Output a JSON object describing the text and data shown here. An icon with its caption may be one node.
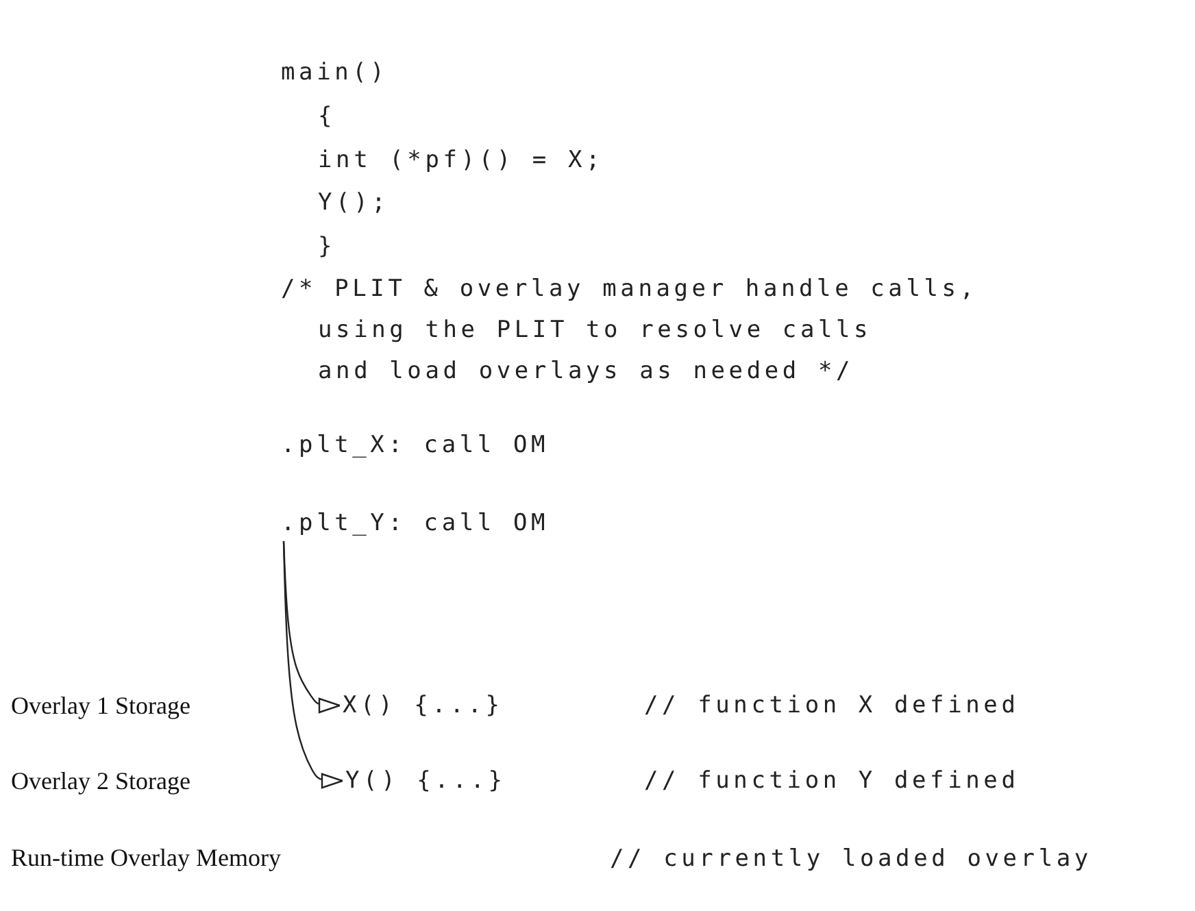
{
  "diagram": {
    "nodes": [
      {
        "text": [
          ".plt_X: call OM"
        ]
      },
      {
        "text": [
          ".plt_Y: call OM"
        ]
      },
      {
        "text": [
          "X() {...}"
        ]
      },
      {
        "text": [
          "Y() {...}"
        ]
      }
    ],
    "edges": [
      {
        "from": 1,
        "to": 2,
        "arrow": "to"
      },
      {
        "from": 1,
        "to": 3,
        "arrow": "to"
      }
    ],
    "labels": [
      "main()",
      "{",
      "int (*pf)() = X;",
      "Y();",
      "}",
      "/* PLIT & overlay manager handle calls, using the PLIT to resolve calls and load overlays as needed */",
      "// function X defined",
      "// function Y defined",
      "Overlay 1 Storage",
      "Overlay 2 Storage",
      "Run-time Overlay Memory",
      "// currently loaded overlay"
    ]
  }
}
